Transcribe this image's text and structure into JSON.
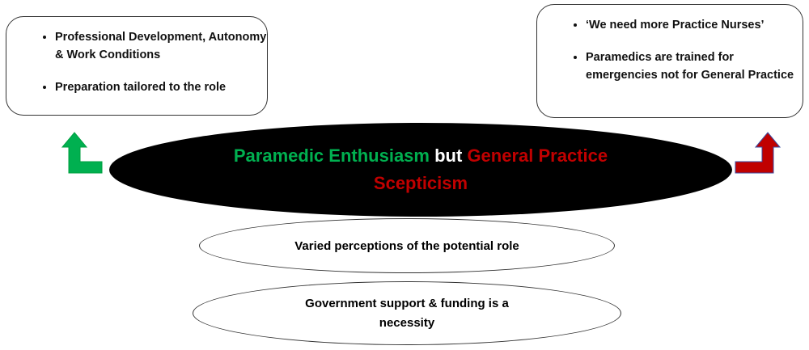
{
  "left_box": {
    "items": [
      "Professional Development, Autonomy & Work Conditions",
      "Preparation tailored to the role"
    ]
  },
  "right_box": {
    "items": [
      "‘We need more Practice Nurses’",
      "Paramedics are trained for emergencies not for General Practice"
    ]
  },
  "central": {
    "part1": "Paramedic Enthusiasm",
    "part2": "but",
    "part3": "General Practice Scepticism"
  },
  "ellipse2": "Varied perceptions of the potential role",
  "ellipse3": "Government support & funding is a necessity",
  "colors": {
    "green": "#00b050",
    "red": "#c00000"
  }
}
